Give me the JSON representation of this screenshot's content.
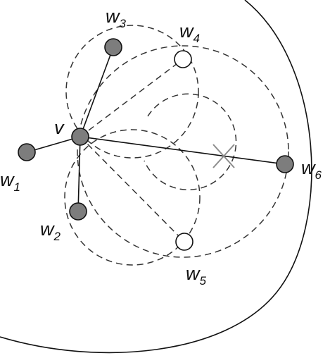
{
  "diagram": {
    "colors": {
      "line": "#111111",
      "dashed": "#333333",
      "filled_node": "#7d7d7d",
      "open_node": "#ffffff",
      "cross_mark": "#8c8c8c",
      "background": "#ffffff"
    },
    "labels": {
      "v": "v",
      "w1": {
        "base": "w",
        "sub": "1"
      },
      "w2": {
        "base": "w",
        "sub": "2"
      },
      "w3": {
        "base": "w",
        "sub": "3"
      },
      "w4": {
        "base": "w",
        "sub": "4"
      },
      "w5": {
        "base": "w",
        "sub": "5"
      },
      "w6": {
        "base": "w",
        "sub": "6"
      }
    },
    "markers": {
      "cross": "cross-mark"
    }
  }
}
